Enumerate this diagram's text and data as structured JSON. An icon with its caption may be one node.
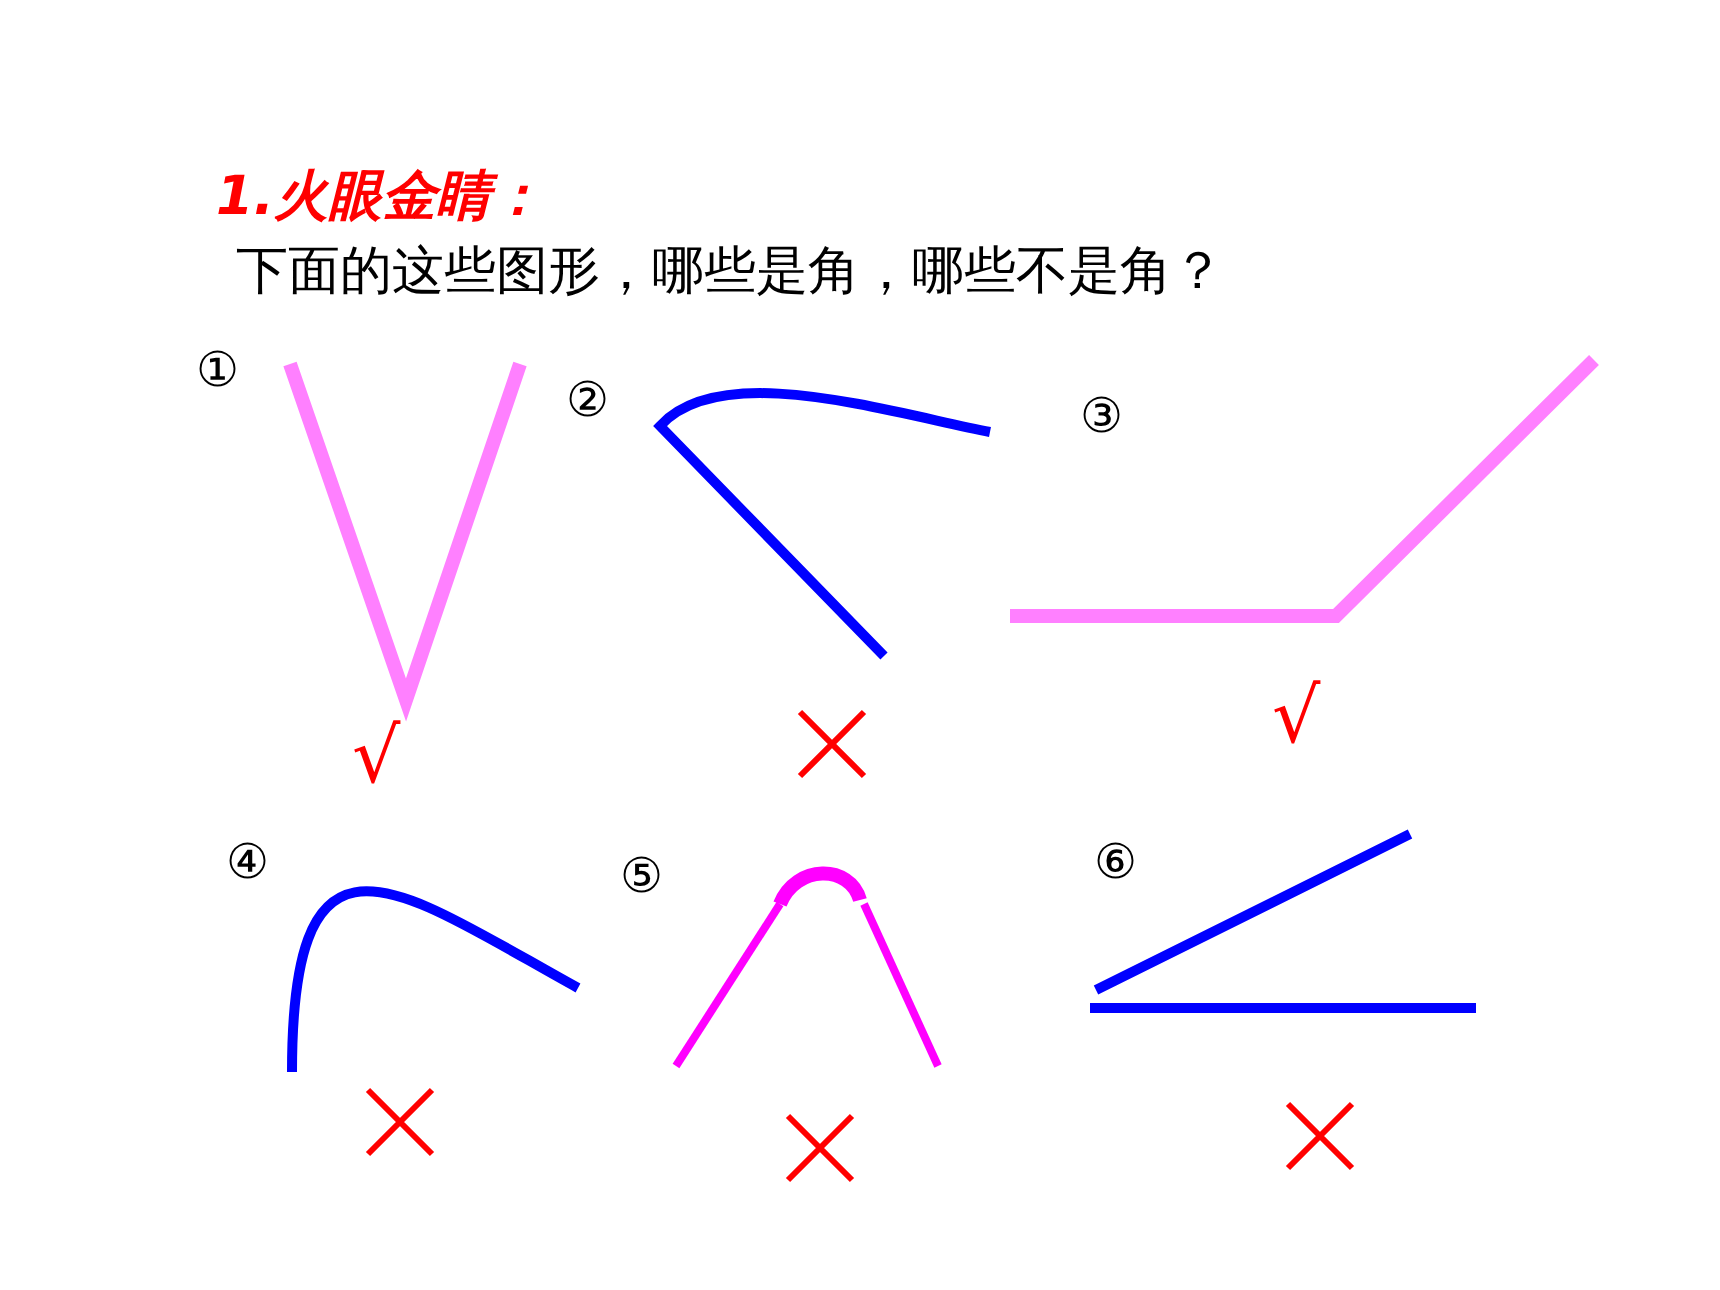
{
  "diagram": {
    "title": "1.火眼金睛：",
    "labels": [
      "下面的这些图形，哪些是角，哪些不是角？",
      "①",
      "②",
      "③",
      "√",
      "√",
      "④",
      "⑤",
      "⑥"
    ]
  }
}
